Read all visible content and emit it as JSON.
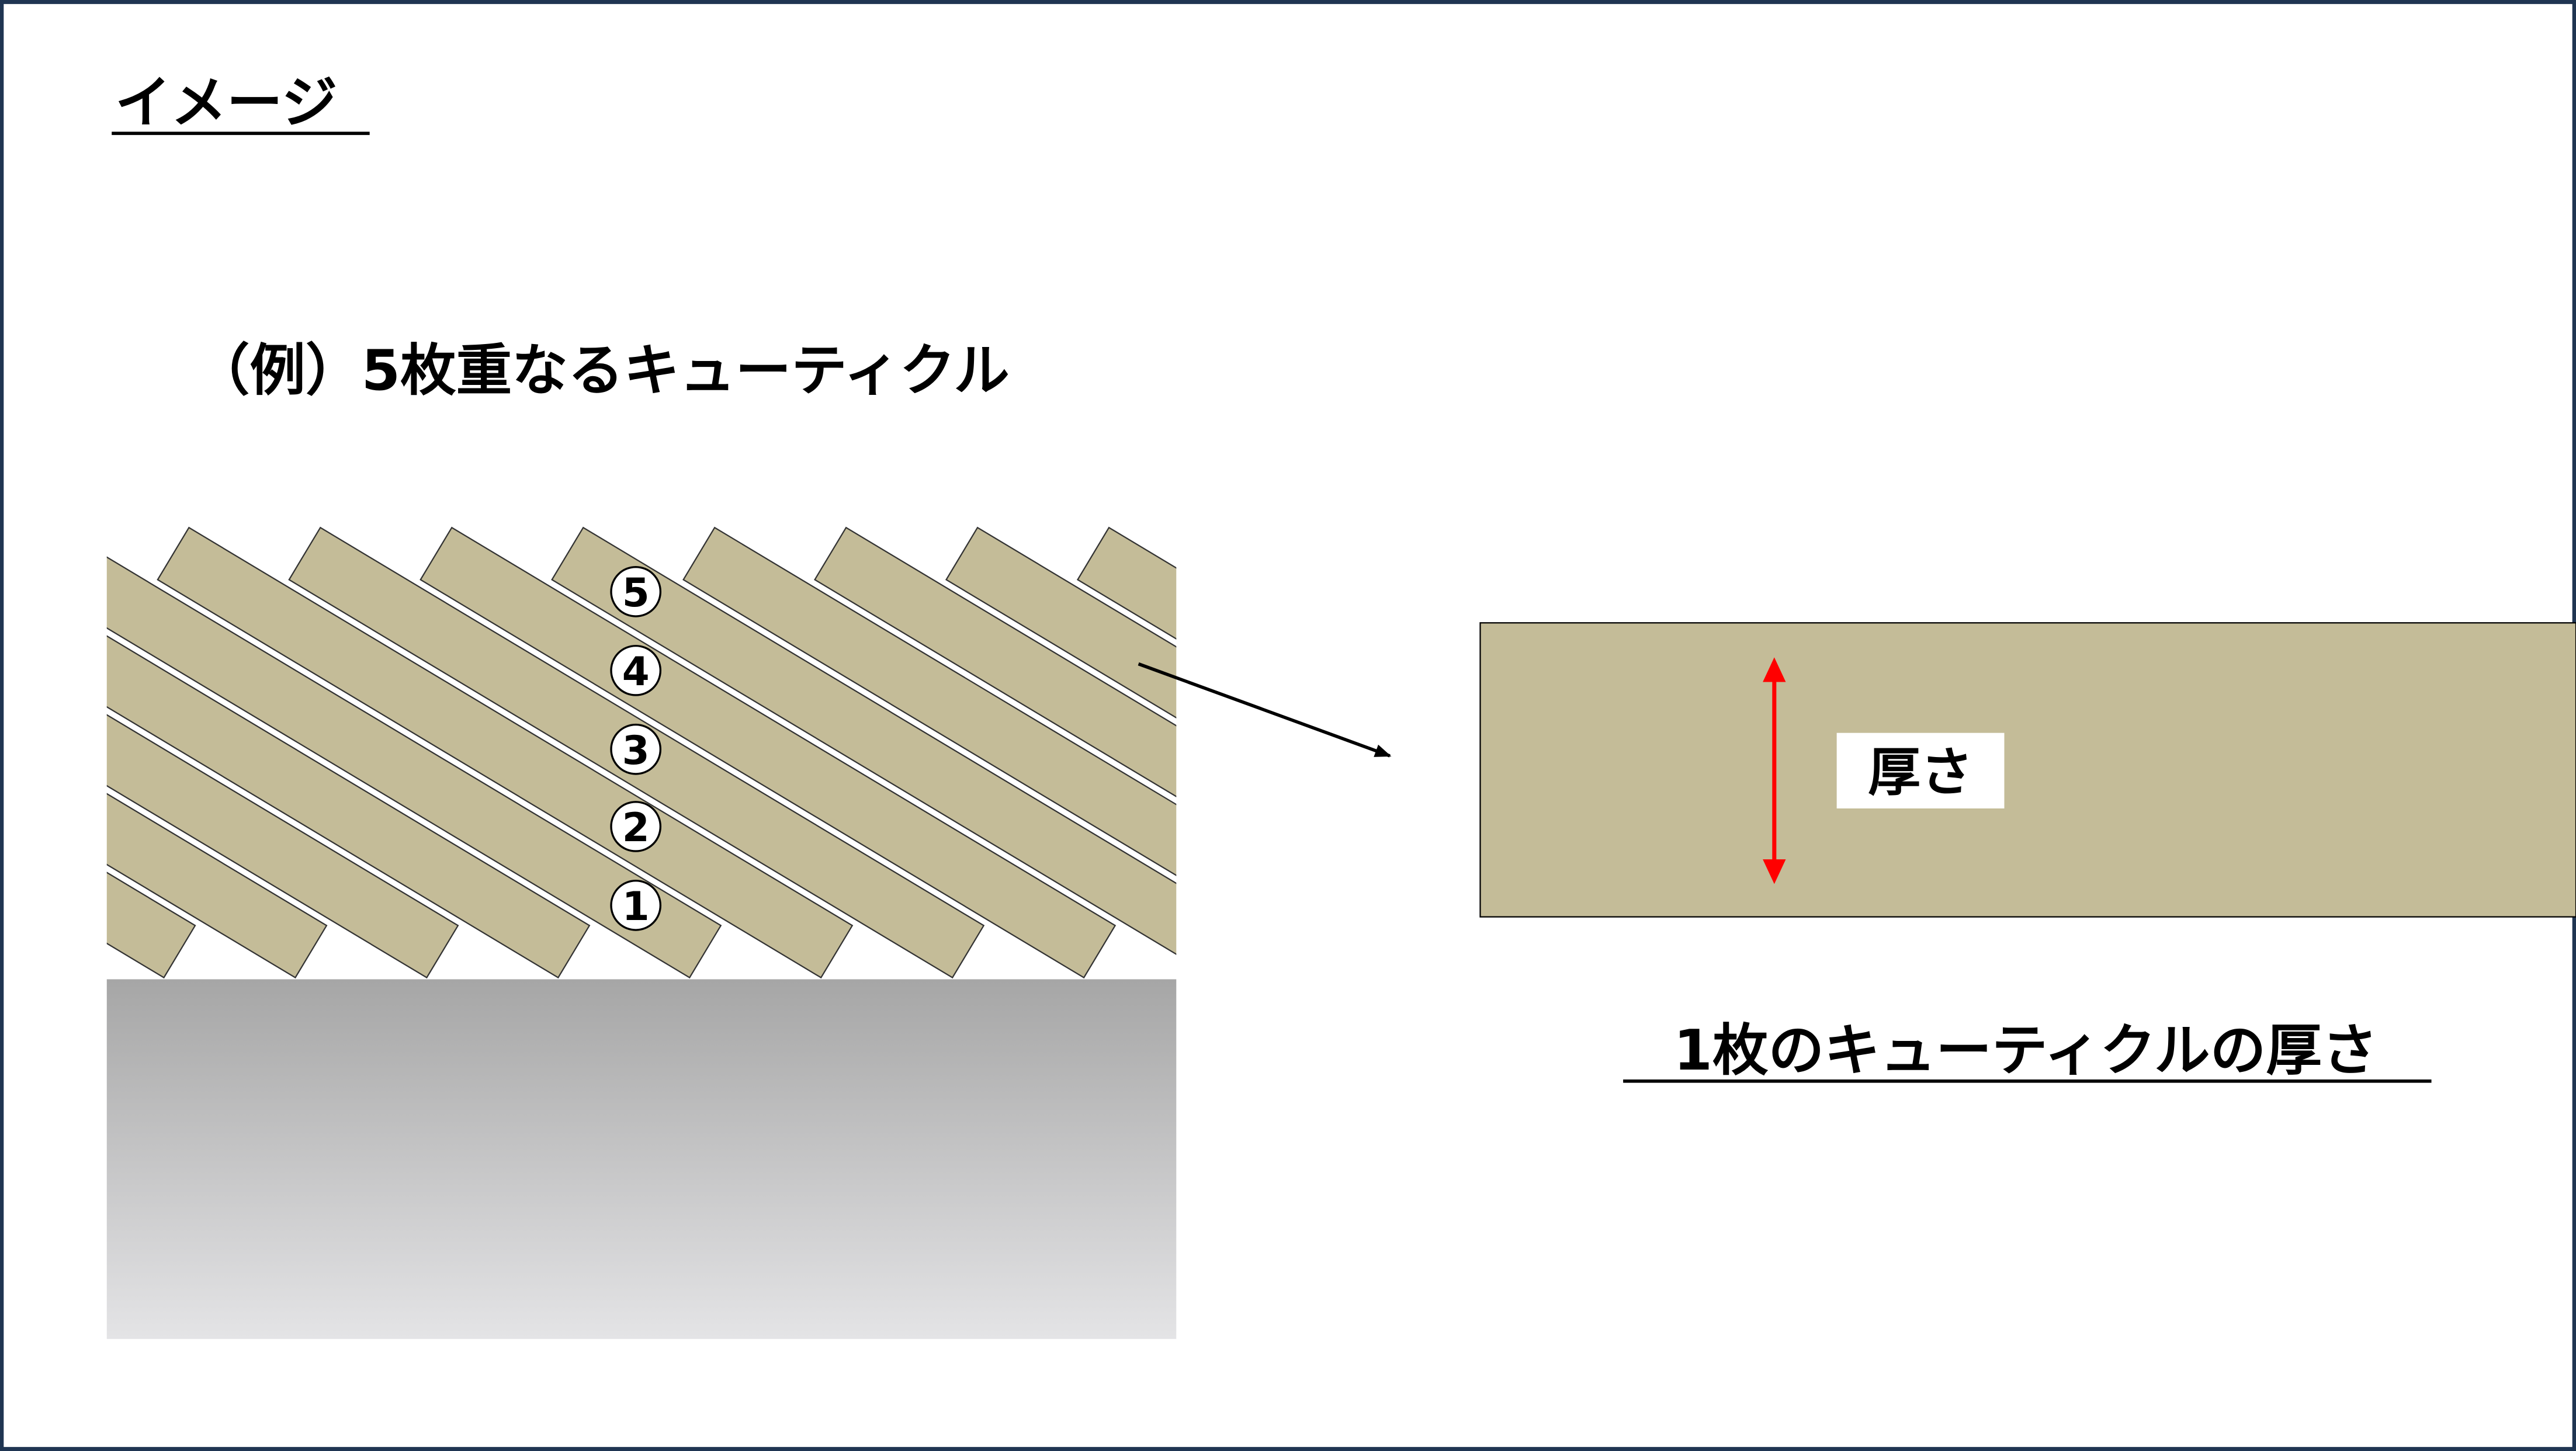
{
  "title": "イメージ",
  "example_heading": "（例）5枚重なるキューティクル",
  "layer_labels": [
    "⑤",
    "④",
    "③",
    "②",
    "①"
  ],
  "thickness_label": "厚さ",
  "caption": "1枚のキューティクルの厚さ",
  "colors": {
    "border": "#1f3552",
    "cuticle": "#c4bc98",
    "arrow_red": "#ff0000",
    "substrate_top": "#a6a6a6",
    "substrate_bottom": "#e4e4e6"
  }
}
